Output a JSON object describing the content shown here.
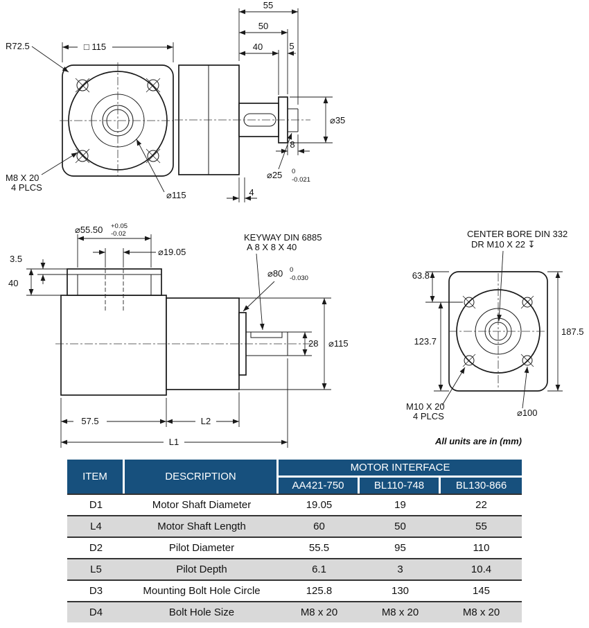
{
  "colors": {
    "table_header_bg": "#17507D",
    "table_row_alt": "#D9D9D9",
    "drawing_line": "#1A1A1A"
  },
  "drawing": {
    "front": {
      "corner_radius": "R72.5",
      "square_size": "□ 115",
      "bolt_spec_line1": "M8 X 20",
      "bolt_spec_line2": "4 PLCS",
      "flange_diameter": "⌀115"
    },
    "side": {
      "len_55": "55",
      "len_50": "50",
      "len_40": "40",
      "len_5": "5",
      "dia_35": "⌀35",
      "len_8": "8",
      "dia_25": "⌀25",
      "dia_25_tol_hi": "0",
      "dia_25_tol_lo": "-0.021",
      "len_4": "4"
    },
    "left_side": {
      "dia_55_5": "⌀55.50",
      "dia_55_5_tol_hi": "+0.05",
      "dia_55_5_tol_lo": "-0.02",
      "dia_19_05": "⌀19.05",
      "lip_3_5": "3.5",
      "flange_40": "40",
      "keyway_line1": "KEYWAY DIN 6885",
      "keyway_line2": "A 8 X 8 X 40",
      "dia_80": "⌀80",
      "dia_80_tol_hi": "0",
      "dia_80_tol_lo": "-0.030",
      "shaft_28": "28",
      "dia_115": "⌀115",
      "len_57_5": "57.5",
      "len_l2": "L2",
      "len_l1": "L1"
    },
    "output": {
      "center_bore_line1": "CENTER BORE DIN 332",
      "center_bore_line2": "DR M10 X 22 ↧",
      "dim_63_8": "63.8",
      "dim_123_7": "123.7",
      "dim_187_5": "187.5",
      "bolt_spec_line1": "M10 X 20",
      "bolt_spec_line2": "4 PLCS",
      "bolt_circle_diameter": "⌀100"
    },
    "units_note": "All units are in (mm)"
  },
  "table": {
    "headers": {
      "item": "ITEM",
      "description": "DESCRIPTION",
      "group": "MOTOR INTERFACE",
      "models": [
        "AA421-750",
        "BL110-748",
        "BL130-866"
      ]
    },
    "rows": [
      {
        "item": "D1",
        "description": "Motor Shaft Diameter",
        "values": [
          "19.05",
          "19",
          "22"
        ]
      },
      {
        "item": "L4",
        "description": "Motor Shaft Length",
        "values": [
          "60",
          "50",
          "55"
        ]
      },
      {
        "item": "D2",
        "description": "Pilot Diameter",
        "values": [
          "55.5",
          "95",
          "110"
        ]
      },
      {
        "item": "L5",
        "description": "Pilot Depth",
        "values": [
          "6.1",
          "3",
          "10.4"
        ]
      },
      {
        "item": "D3",
        "description": "Mounting Bolt Hole Circle",
        "values": [
          "125.8",
          "130",
          "145"
        ]
      },
      {
        "item": "D4",
        "description": "Bolt Hole Size",
        "values": [
          "M8 x 20",
          "M8 x 20",
          "M8 x 20"
        ]
      }
    ]
  }
}
